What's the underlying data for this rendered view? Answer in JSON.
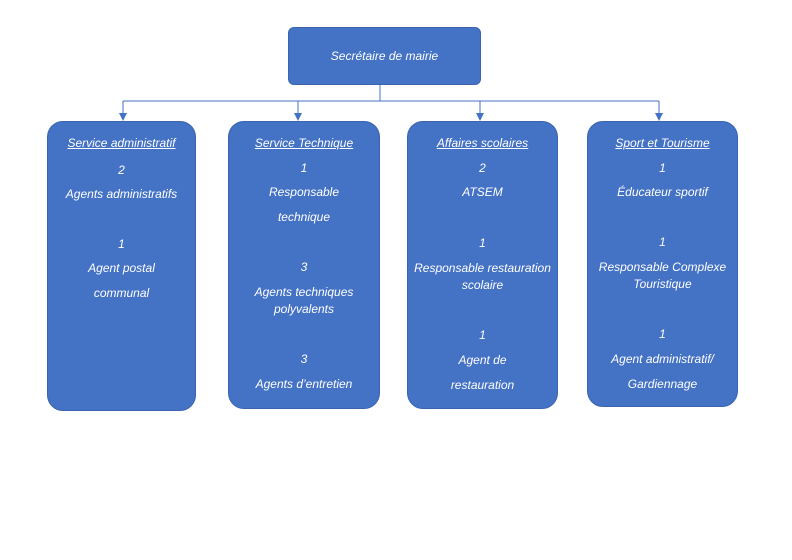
{
  "root": {
    "label": "Secrétaire de mairie"
  },
  "colors": {
    "box_fill": "#4472c4",
    "box_text": "#ffffff",
    "connector": "#4472c4"
  },
  "departments": [
    {
      "title": "Service administratif",
      "lines": [
        "2",
        "Agents administratifs",
        "1",
        "Agent postal",
        "communal"
      ]
    },
    {
      "title": "Service Technique",
      "lines": [
        "1",
        "Responsable",
        "technique",
        "3",
        "Agents techniques",
        "polyvalents",
        "3",
        "Agents d’entretien"
      ]
    },
    {
      "title": "Affaires scolaires",
      "lines": [
        "2",
        "ATSEM",
        "1",
        "Responsable restauration",
        "scolaire",
        "1",
        "Agent de",
        "restauration"
      ]
    },
    {
      "title": "Sport et Tourisme",
      "lines": [
        "1",
        "Éducateur sportif",
        "1",
        "Responsable Complexe",
        "Touristique",
        "1",
        "Agent administratif/",
        "Gardiennage"
      ]
    }
  ]
}
